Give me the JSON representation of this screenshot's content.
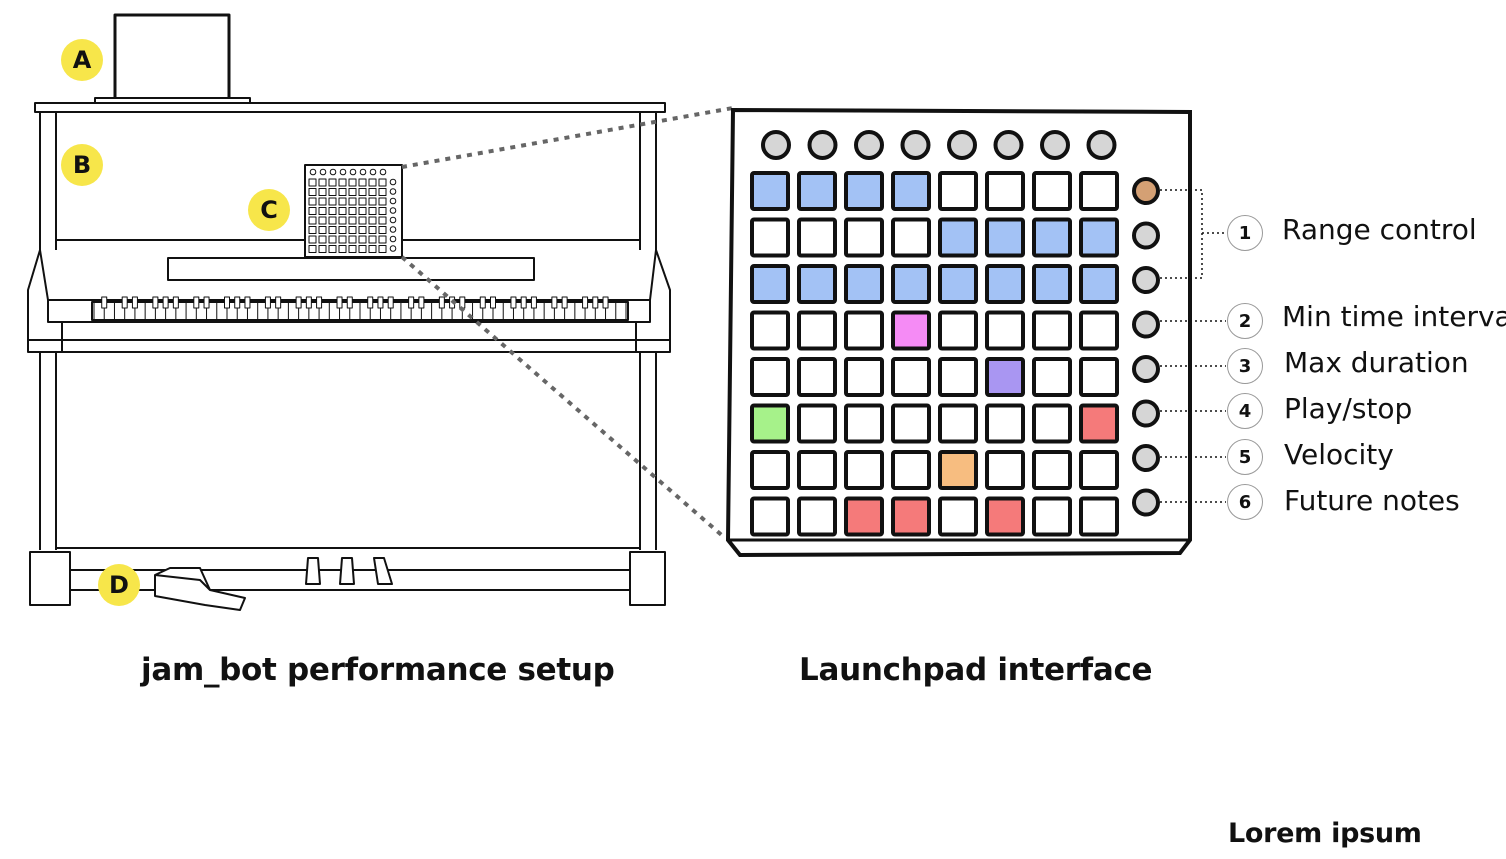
{
  "setup": {
    "caption": "jam_bot performance setup",
    "badges": {
      "a": "A",
      "b": "B",
      "c": "C",
      "d": "D"
    }
  },
  "launchpad": {
    "caption": "Launchpad interface",
    "colors": {
      "blue": "#a3c2f5",
      "magenta": "#f58bf5",
      "purple": "#a996f2",
      "green": "#a6f28a",
      "red": "#f57a7a",
      "orange": "#f7bd80",
      "empty": "#ffffff",
      "button_gray": "#d6d6d6",
      "button_orange": "#d4a074"
    },
    "grid": [
      [
        "blue",
        "blue",
        "blue",
        "blue",
        "empty",
        "empty",
        "empty",
        "empty"
      ],
      [
        "empty",
        "empty",
        "empty",
        "empty",
        "blue",
        "blue",
        "blue",
        "blue"
      ],
      [
        "blue",
        "blue",
        "blue",
        "blue",
        "blue",
        "blue",
        "blue",
        "blue"
      ],
      [
        "empty",
        "empty",
        "empty",
        "magenta",
        "empty",
        "empty",
        "empty",
        "empty"
      ],
      [
        "empty",
        "empty",
        "empty",
        "empty",
        "empty",
        "purple",
        "empty",
        "empty"
      ],
      [
        "green",
        "empty",
        "empty",
        "empty",
        "empty",
        "empty",
        "empty",
        "red"
      ],
      [
        "empty",
        "empty",
        "empty",
        "empty",
        "orange",
        "empty",
        "empty",
        "empty"
      ],
      [
        "empty",
        "empty",
        "red",
        "red",
        "empty",
        "red",
        "empty",
        "empty"
      ]
    ],
    "side_buttons": [
      "button_orange",
      "button_gray",
      "button_gray",
      "button_gray",
      "button_gray",
      "button_gray",
      "button_gray",
      "button_gray"
    ],
    "controls": [
      {
        "number": "1",
        "label": "Range control"
      },
      {
        "number": "2",
        "label": "Min time interval"
      },
      {
        "number": "3",
        "label": "Max duration"
      },
      {
        "number": "4",
        "label": "Play/stop"
      },
      {
        "number": "5",
        "label": "Velocity"
      },
      {
        "number": "6",
        "label": "Future notes"
      }
    ]
  },
  "footer": {
    "text": "Lorem ipsum"
  }
}
